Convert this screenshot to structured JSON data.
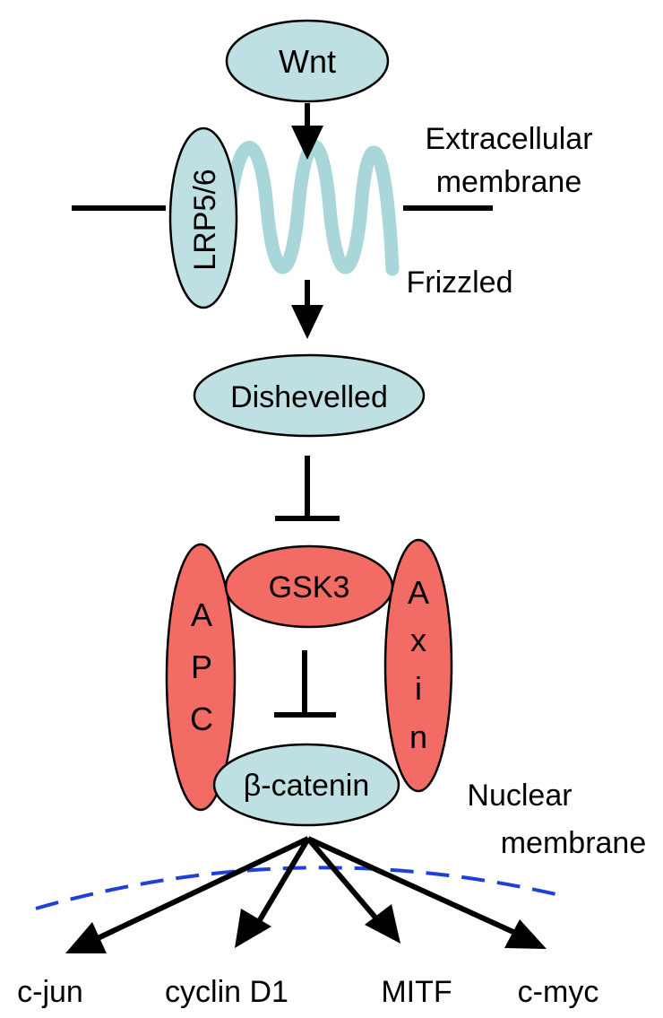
{
  "colors": {
    "blue_node": "#bfe0e3",
    "red_node": "#f26b64",
    "outline": "#000000",
    "frizzled": "#a9d6d9",
    "nuclear_line": "#1f3fd6"
  },
  "nodes": {
    "wnt": "Wnt",
    "lrp": "LRP5/6",
    "dishevelled": "Dishevelled",
    "gsk3": "GSK3",
    "apc": "A P C",
    "axin": "A x i n",
    "beta_catenin": "β-catenin"
  },
  "labels": {
    "extracellular_line1": "Extracellular",
    "extracellular_line2": "membrane",
    "frizzled": "Frizzled",
    "nuclear_line1": "Nuclear",
    "nuclear_line2": "membrane"
  },
  "targets": {
    "c_jun": "c-jun",
    "cyclin_d1": "cyclin D1",
    "mitf": "MITF",
    "c_myc": "c-myc"
  }
}
